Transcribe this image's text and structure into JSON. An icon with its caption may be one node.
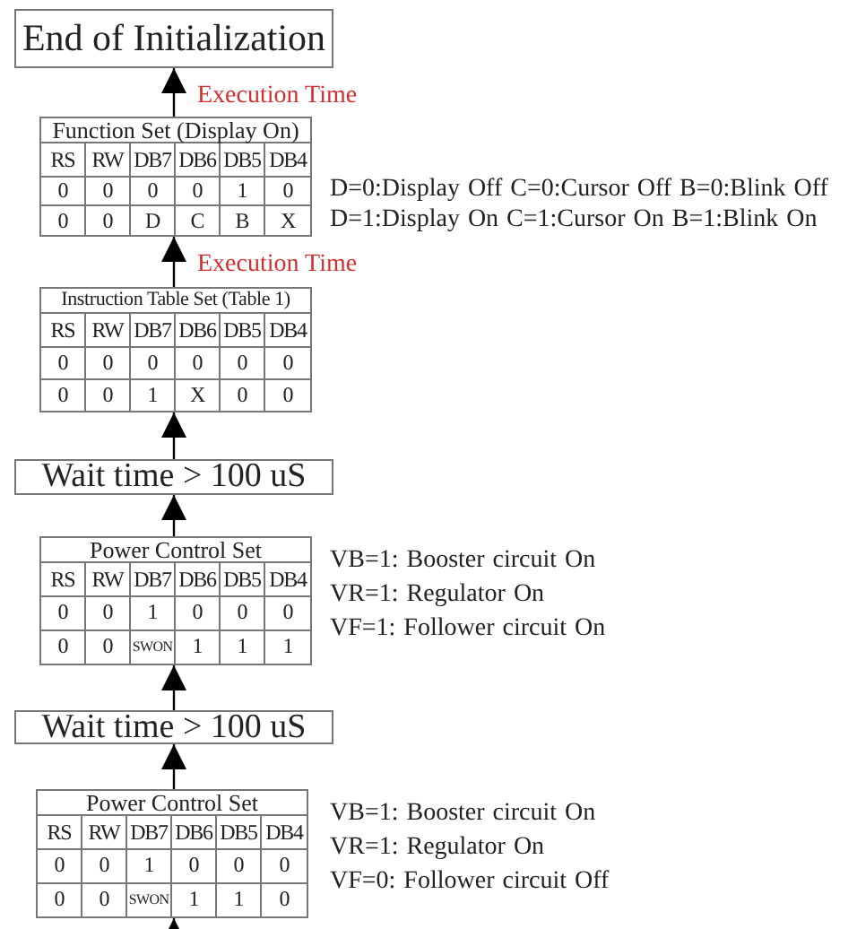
{
  "diagram": {
    "nodes": [
      {
        "text": [
          "End of Initialization"
        ]
      },
      {
        "text": [
          "Function Set (Display On)",
          "RS",
          "RW",
          "DB7",
          "DB6",
          "DB5",
          "DB4",
          "0",
          "0",
          "0",
          "0",
          "1",
          "0",
          "0",
          "0",
          "D",
          "C",
          "B",
          "X"
        ],
        "beside": [
          "D=0:Display Off C=0:Cursor Off B=0:Blink Off",
          "D=1:Display On C=1:Cursor On B=1:Blink On"
        ]
      },
      {
        "text": [
          "Instruction Table Set (Table 1)",
          "RS",
          "RW",
          "DB7",
          "DB6",
          "DB5",
          "DB4",
          "0",
          "0",
          "0",
          "0",
          "0",
          "0",
          "0",
          "0",
          "1",
          "X",
          "0",
          "0"
        ]
      },
      {
        "text": [
          "Wait time > 100 uS"
        ]
      },
      {
        "text": [
          "Power Control Set",
          "RS",
          "RW",
          "DB7",
          "DB6",
          "DB5",
          "DB4",
          "0",
          "0",
          "1",
          "0",
          "0",
          "0",
          "0",
          "0",
          "SWON",
          "1",
          "1",
          "1"
        ],
        "beside": [
          "VB=1: Booster circuit On",
          "VR=1: Regulator On",
          "VF=1: Follower circuit On"
        ]
      },
      {
        "text": [
          "Wait time > 100 uS"
        ]
      },
      {
        "text": [
          "Power Control Set",
          "RS",
          "RW",
          "DB7",
          "DB6",
          "DB5",
          "DB4",
          "0",
          "0",
          "1",
          "0",
          "0",
          "0",
          "0",
          "0",
          "SWON",
          "1",
          "1",
          "0"
        ],
        "beside": [
          "VB=1: Booster circuit On",
          "VR=1: Regulator On",
          "VF=0: Follower circuit Off"
        ]
      }
    ],
    "edges": [
      {
        "from": null,
        "to": 6,
        "arrow": "to"
      },
      {
        "from": 6,
        "to": 5,
        "arrow": "to"
      },
      {
        "from": 5,
        "to": 4,
        "arrow": "to"
      },
      {
        "from": 4,
        "to": 3,
        "arrow": "to"
      },
      {
        "from": 3,
        "to": 2,
        "arrow": "to"
      },
      {
        "from": 2,
        "to": 1,
        "arrow": "to",
        "label": "Execution Time"
      },
      {
        "from": 1,
        "to": 0,
        "arrow": "to",
        "label": "Execution Time"
      }
    ]
  }
}
